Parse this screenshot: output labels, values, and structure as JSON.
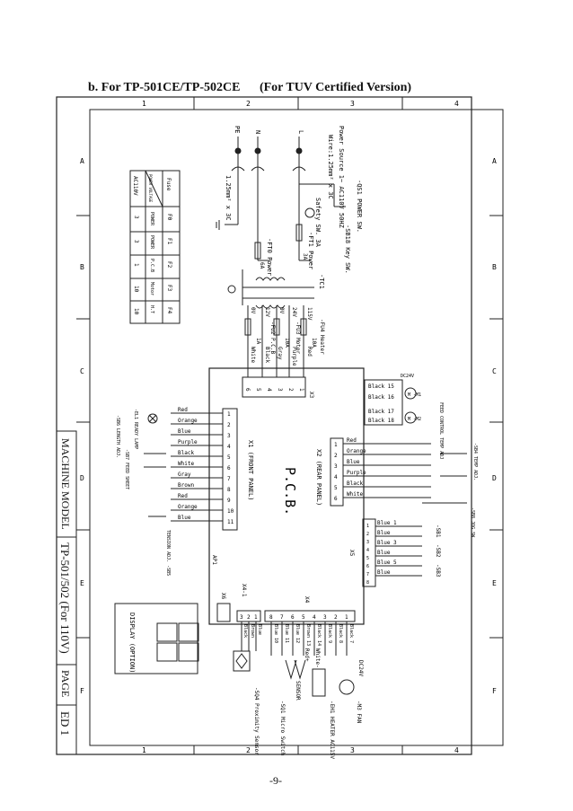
{
  "heading": {
    "prefix": "b. For TP-501CE/TP-502CE",
    "suffix": "(For TUV Certified Version)"
  },
  "page_number": "-9-",
  "title_block": {
    "machine_model_label": "MACHINE MODEL",
    "model": "TP-501/502 (For 110V)",
    "page_label": "PAGE",
    "edition": "ED 1"
  },
  "grid": {
    "columns": [
      "1",
      "2",
      "3",
      "4"
    ],
    "rows": [
      "A",
      "B",
      "C",
      "D",
      "E",
      "F"
    ]
  },
  "power": {
    "source": "Power Source 1~ AC110V 50HZ",
    "wire": "Wire:1.25mm² x 3C",
    "wire_alt": "1.25mm² x 3C",
    "terminals": [
      "L",
      "N",
      "PE"
    ],
    "switch": "-QS1 POWER SW.",
    "key": "-SB18 Key SW.",
    "safety": "Safety SW. 3A",
    "ft0": "-FT0 Power",
    "ft1": "-FT1 Power",
    "ft0_rating": "6A",
    "ft1_rating": "3A",
    "transformer": "-TC1"
  },
  "fuse_table": {
    "header": [
      "Fuse",
      "F0",
      "F1",
      "F2",
      "F3",
      "F4"
    ],
    "row2": [
      "POWER VOLTAGE",
      "POWER",
      "POWER",
      "P.C.B",
      "Motor",
      "H.T"
    ],
    "row3": [
      "AC110V",
      "3",
      "3",
      "1",
      "10",
      "10"
    ]
  },
  "transformer_outputs": [
    {
      "v": "115V",
      "label": "-FU4 Heater",
      "fuse": "10A",
      "color": "Red"
    },
    {
      "v": "24V",
      "label": "-FU3 Motor",
      "fuse": "10A",
      "color": "Purple"
    },
    {
      "v": "12V",
      "label": "-FU2 P.C.B",
      "fuse": "1A",
      "color": "Gray"
    },
    {
      "v": "0V",
      "label": "",
      "fuse": "",
      "color": "Black"
    },
    {
      "v": "0V",
      "label": "",
      "fuse": "",
      "color": "White"
    }
  ],
  "x3": {
    "name": "X3",
    "pins": [
      "1",
      "2",
      "3",
      "4",
      "5",
      "6"
    ]
  },
  "pcb": {
    "label": "P.C.B.",
    "ap1": "AP1"
  },
  "x1": {
    "name": "X1 (FRONT PANEL)",
    "pins": [
      "1",
      "2",
      "3",
      "4",
      "5",
      "6",
      "7",
      "8",
      "9",
      "10",
      "11"
    ],
    "wires": [
      "Red",
      "Orange",
      "Blue",
      "Purple",
      "Black",
      "White",
      "Gray",
      "Brown",
      "Red",
      "Orange",
      "Blue"
    ]
  },
  "x2": {
    "name": "X2 (REAR PANEL)",
    "pins": [
      "1",
      "2",
      "3",
      "4",
      "5",
      "6"
    ],
    "wires": [
      "Red",
      "Orange",
      "Blue",
      "Purple",
      "Black",
      "White"
    ]
  },
  "motors": {
    "pins": [
      "Black 15",
      "Black 16",
      "Black 17",
      "Black 18"
    ],
    "m1": "M -M1",
    "m2": "M -M2",
    "dc": "DC24V",
    "side": "FEED CONTROL TEMP ADJ"
  },
  "x5": {
    "name": "X5",
    "pins": [
      "1",
      "2",
      "3",
      "4",
      "5",
      "6",
      "7",
      "8"
    ],
    "wires": [
      "Blue 1",
      "Blue",
      "Blue 3",
      "Blue",
      "Blue 5",
      "Blue"
    ],
    "switches": [
      "-SB1",
      "-SB2",
      "-SB3"
    ]
  },
  "x4": {
    "name": "X4",
    "pins": [
      "8",
      "7",
      "6",
      "5",
      "4",
      "3",
      "2",
      "1"
    ],
    "wires": [
      "Blue 10",
      "Blue 11",
      "Blue 12",
      "Brown 13",
      "Black 14",
      "Black 9",
      "Black 8",
      "Black 7"
    ]
  },
  "x41": {
    "name": "X4-1",
    "pins": [
      "3",
      "2",
      "1"
    ],
    "wires": [
      "Black",
      "Brown",
      "Blue"
    ]
  },
  "x6": "X6",
  "bottom": {
    "sensor": "-SQ4 Proximity Sensor",
    "micro": "-SQ1 Micro Switch",
    "sensor2": "SENSOR",
    "heater": "-EH1 HEATER AC115V",
    "fan": "-M3 FAN",
    "fan_v": "DC24V",
    "red": "Red+",
    "white": "White-"
  },
  "display": "DISPLAY (OPTION)",
  "left_parts": {
    "lamp": "-EL1 READY LAMP",
    "sb6": "-SB6 LENGTH ADJ.",
    "sb7": "-SB7 FEED SHEET",
    "sb5": "TENSION ADJ. -SB5"
  },
  "right_parts": {
    "sb4": "-SB4 TEMP ADJ.",
    "sb8": "-SB8 JOG SW"
  }
}
